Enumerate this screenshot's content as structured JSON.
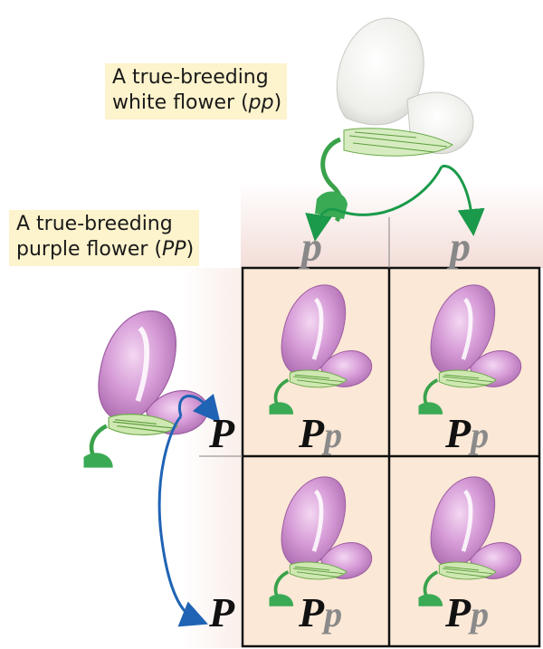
{
  "labels": {
    "white_parent": {
      "line1": "A true-breeding",
      "line2_prefix": "white flower (",
      "line2_genotype": "pp",
      "line2_suffix": ")"
    },
    "purple_parent": {
      "line1": "A true-breeding",
      "line2_prefix": "purple flower (",
      "line2_genotype": "PP",
      "line2_suffix": ")"
    }
  },
  "gametes": {
    "white": [
      "p",
      "p"
    ],
    "purple": [
      "P",
      "P"
    ]
  },
  "punnett": {
    "cells": [
      {
        "dominant": "P",
        "recessive": "p"
      },
      {
        "dominant": "P",
        "recessive": "p"
      },
      {
        "dominant": "P",
        "recessive": "p"
      },
      {
        "dominant": "P",
        "recessive": "p"
      }
    ]
  },
  "colors": {
    "label_bg": "#fdf3cc",
    "grid_line": "#111111",
    "cell_bg": "#fbe8d6",
    "header_bg": "#f6e2dd",
    "white_arrow": "#1a9a4a",
    "purple_arrow": "#1f63b5",
    "purple_petal": "#c98bcc",
    "white_petal": "#f2f2ee"
  }
}
